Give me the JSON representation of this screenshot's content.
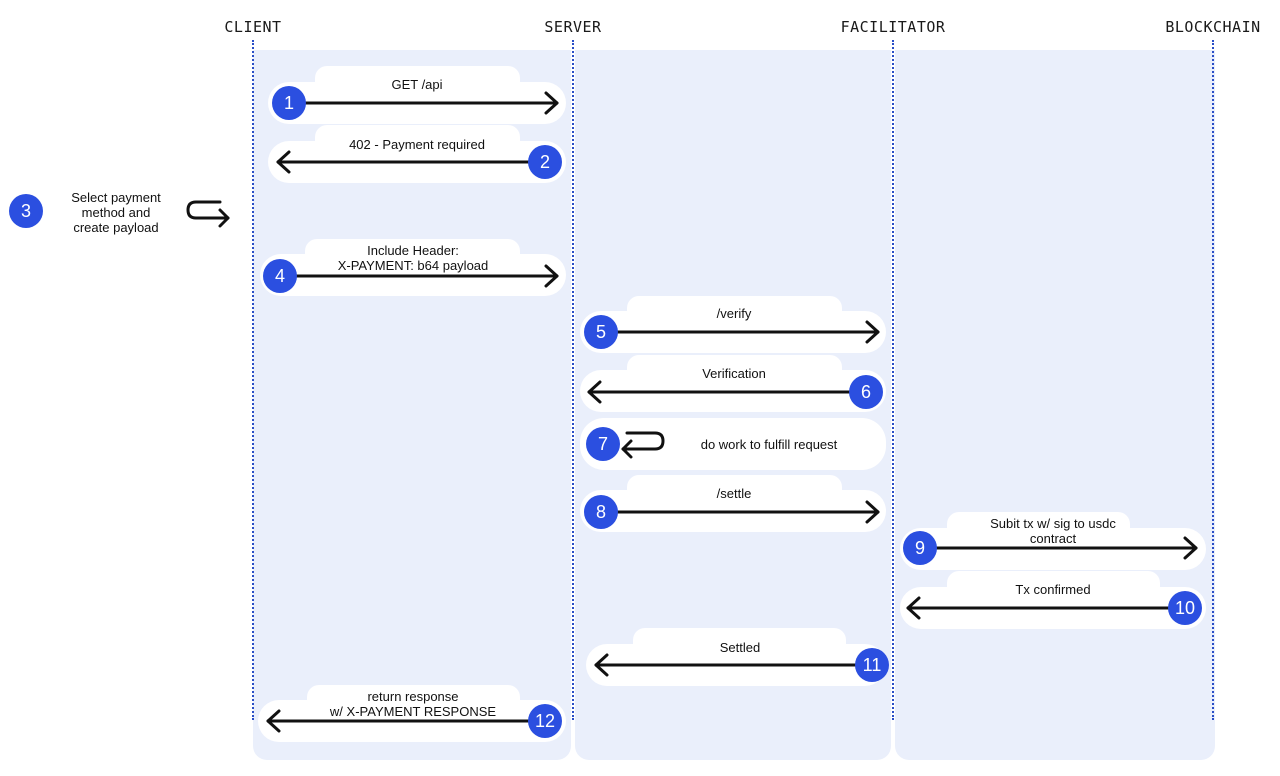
{
  "lanes": {
    "client": "CLIENT",
    "server": "SERVER",
    "facilitator": "FACILITATOR",
    "blockchain": "BLOCKCHAIN"
  },
  "steps": [
    {
      "num": "1",
      "label": "GET /api",
      "direction": "right",
      "from": "client",
      "to": "server"
    },
    {
      "num": "2",
      "label": "402 - Payment required",
      "direction": "left",
      "from": "server",
      "to": "client"
    },
    {
      "num": "3",
      "label": "Select payment\nmethod and\ncreate payload",
      "direction": "self",
      "actor": "client"
    },
    {
      "num": "4",
      "label": "Include Header:\nX-PAYMENT: b64 payload",
      "direction": "right",
      "from": "client",
      "to": "server"
    },
    {
      "num": "5",
      "label": "/verify",
      "direction": "right",
      "from": "server",
      "to": "facilitator"
    },
    {
      "num": "6",
      "label": "Verification",
      "direction": "left",
      "from": "facilitator",
      "to": "server"
    },
    {
      "num": "7",
      "label": "do work to fulfill request",
      "direction": "self",
      "actor": "server"
    },
    {
      "num": "8",
      "label": "/settle",
      "direction": "right",
      "from": "server",
      "to": "facilitator"
    },
    {
      "num": "9",
      "label": "Subit tx w/ sig to usdc\ncontract",
      "direction": "right",
      "from": "facilitator",
      "to": "blockchain"
    },
    {
      "num": "10",
      "label": "Tx confirmed",
      "direction": "left",
      "from": "blockchain",
      "to": "facilitator"
    },
    {
      "num": "11",
      "label": "Settled",
      "direction": "left",
      "from": "facilitator",
      "to": "server"
    },
    {
      "num": "12",
      "label": "return response\nw/ X-PAYMENT RESPONSE",
      "direction": "left",
      "from": "server",
      "to": "client"
    }
  ],
  "colors": {
    "step_circle": "#2b4fe0",
    "lane_background": "#eaeffb",
    "lifeline": "#2a4ec7",
    "arrow": "#111111"
  }
}
